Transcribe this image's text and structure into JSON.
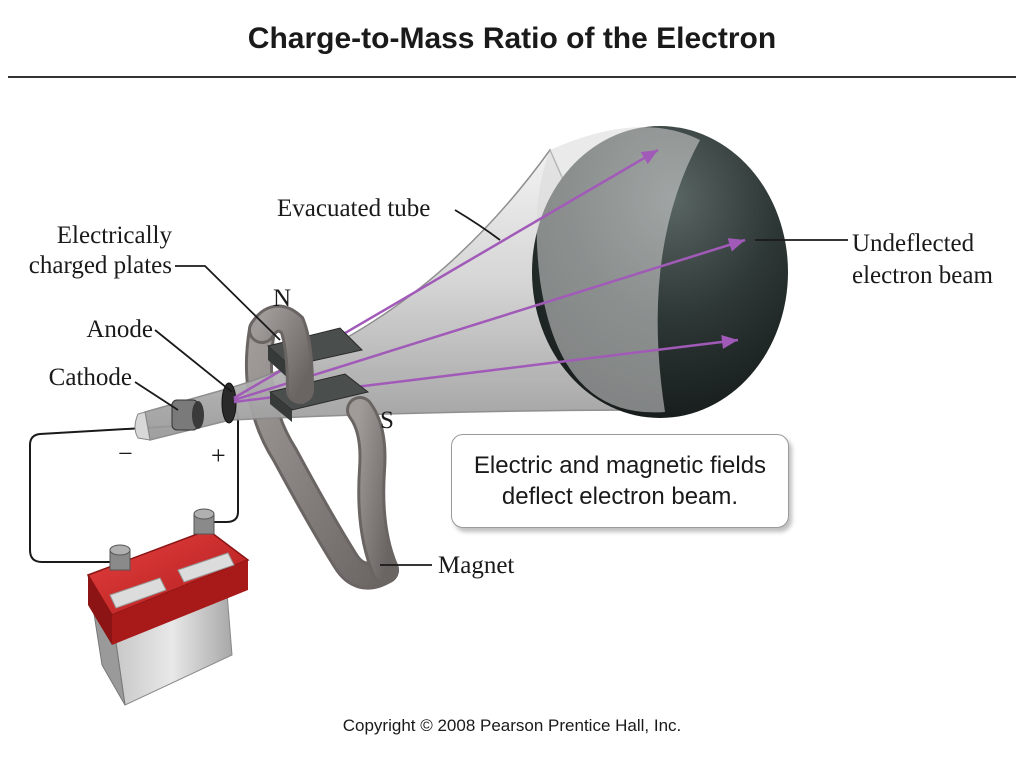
{
  "title": "Charge-to-Mass Ratio of the Electron",
  "labels": {
    "evacuated_tube": "Evacuated tube",
    "plates_line1": "Electrically",
    "plates_line2": "charged plates",
    "anode": "Anode",
    "cathode": "Cathode",
    "north": "N",
    "south": "S",
    "undeflected_line1": "Undeflected",
    "undeflected_line2": "electron beam",
    "magnet": "Magnet",
    "circuit_minus": "−",
    "circuit_plus": "+",
    "plate_minus": "−",
    "plate_plus": "+"
  },
  "callout": {
    "line1": "Electric and magnetic fields",
    "line2": "deflect electron beam."
  },
  "copyright": "Copyright © 2008 Pearson Prentice Hall, Inc.",
  "colors": {
    "beam": "#a15ab8",
    "battery_top": "#d42a2a",
    "screen": "#2a3230",
    "tube": "#c8c8c8",
    "magnet": "#8a8482"
  }
}
